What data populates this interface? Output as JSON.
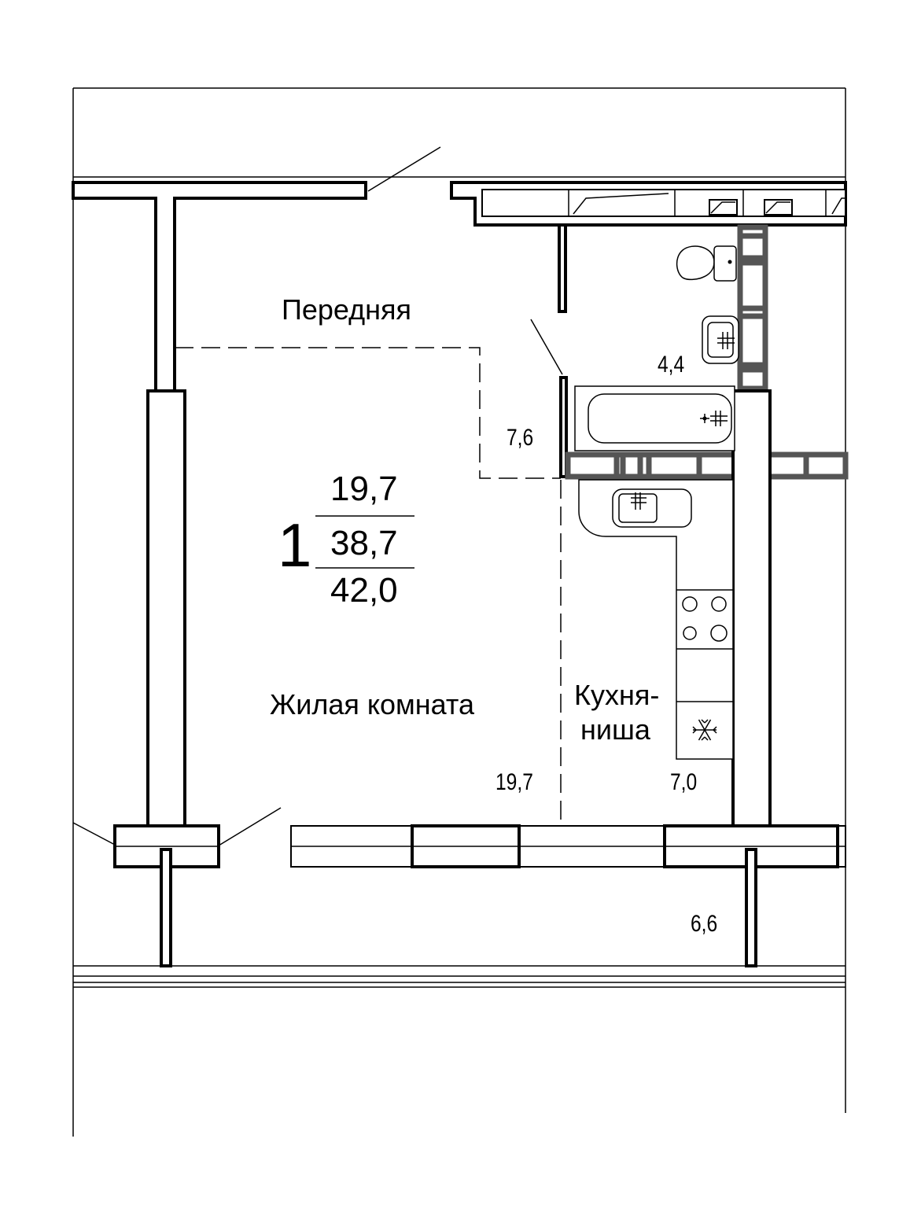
{
  "apartment": {
    "rooms_count": "1",
    "area_living": "19,7",
    "area_total_without_balcony": "38,7",
    "area_total": "42,0"
  },
  "rooms": {
    "hallway": {
      "label": "Передняя",
      "area": "7,6"
    },
    "bathroom": {
      "area": "4,4"
    },
    "living_room": {
      "label": "Жилая комната",
      "area": "19,7"
    },
    "kitchen": {
      "label_line1": "Кухня-",
      "label_line2": "ниша",
      "area": "7,0"
    },
    "balcony": {
      "area": "6,6"
    }
  },
  "icons": [
    "snowflake-icon",
    "toilet-icon",
    "washbasin-icon",
    "bathtub-icon",
    "kitchen-sink-icon",
    "stove-icon"
  ]
}
